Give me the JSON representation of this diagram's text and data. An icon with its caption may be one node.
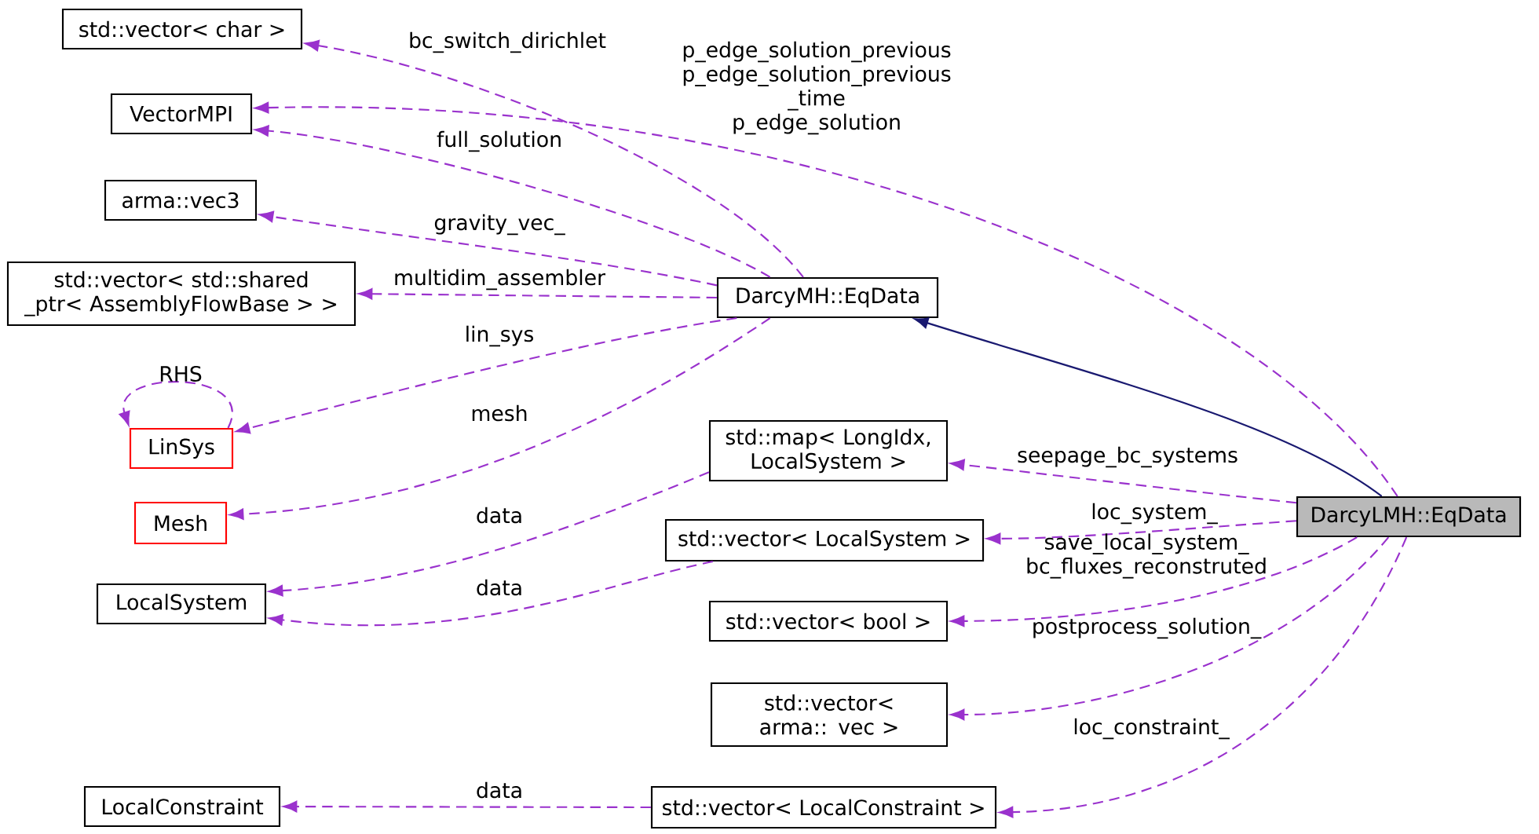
{
  "diagram": {
    "nodes": [
      {
        "text": [
          "std::vector< char >"
        ]
      },
      {
        "text": [
          "VectorMPI"
        ]
      },
      {
        "text": [
          "arma::vec3"
        ]
      },
      {
        "text": [
          "std::vector< std::shared _ptr< AssemblyFlowBase > >"
        ]
      },
      {
        "text": [
          "LinSys"
        ]
      },
      {
        "text": [
          "Mesh"
        ]
      },
      {
        "text": [
          "LocalSystem"
        ]
      },
      {
        "text": [
          "LocalConstraint"
        ]
      },
      {
        "text": [
          "DarcyMH::EqData"
        ]
      },
      {
        "text": [
          "std::map< LongIdx, LocalSystem >"
        ]
      },
      {
        "text": [
          "std::vector< LocalSystem >"
        ]
      },
      {
        "text": [
          "std::vector< bool >"
        ]
      },
      {
        "text": [
          "std::vector< arma:: vec >"
        ]
      },
      {
        "text": [
          "std::vector< LocalConstraint >"
        ]
      },
      {
        "text": [
          "DarcyLMH::EqData"
        ]
      }
    ],
    "edges": [
      {
        "from": 8,
        "to": 0,
        "arrow": "to",
        "label": "bc_switch_dirichlet",
        "style": "dashed"
      },
      {
        "from": 14,
        "to": 1,
        "arrow": "to",
        "label": "p_edge_solution_previous p_edge_solution_previous _time p_edge_solution",
        "style": "dashed"
      },
      {
        "from": 8,
        "to": 1,
        "arrow": "to",
        "label": "full_solution",
        "style": "dashed"
      },
      {
        "from": 8,
        "to": 2,
        "arrow": "to",
        "label": "gravity_vec_",
        "style": "dashed"
      },
      {
        "from": 8,
        "to": 3,
        "arrow": "to",
        "label": "multidim_assembler",
        "style": "dashed"
      },
      {
        "from": 8,
        "to": 4,
        "arrow": "to",
        "label": "lin_sys",
        "style": "dashed"
      },
      {
        "from": 4,
        "to": 4,
        "arrow": "to",
        "label": "RHS",
        "style": "dashed"
      },
      {
        "from": 8,
        "to": 5,
        "arrow": "to",
        "label": "mesh",
        "style": "dashed"
      },
      {
        "from": 9,
        "to": 6,
        "arrow": "to",
        "label": "data",
        "style": "dashed"
      },
      {
        "from": 10,
        "to": 6,
        "arrow": "to",
        "label": "data",
        "style": "dashed"
      },
      {
        "from": 13,
        "to": 7,
        "arrow": "to",
        "label": "data",
        "style": "dashed"
      },
      {
        "from": 14,
        "to": 8,
        "arrow": "to",
        "color": "#191970"
      },
      {
        "from": 14,
        "to": 9,
        "arrow": "to",
        "label": "seepage_bc_systems",
        "style": "dashed"
      },
      {
        "from": 14,
        "to": 10,
        "arrow": "to",
        "label": "loc_system_",
        "style": "dashed"
      },
      {
        "from": 14,
        "to": 11,
        "arrow": "to",
        "label": "save_local_system_ bc_fluxes_reconstruted",
        "style": "dashed"
      },
      {
        "from": 14,
        "to": 12,
        "arrow": "to",
        "label": "postprocess_solution_",
        "style": "dashed"
      },
      {
        "from": 14,
        "to": 13,
        "arrow": "to",
        "label": "loc_constraint_",
        "style": "dashed"
      }
    ]
  }
}
